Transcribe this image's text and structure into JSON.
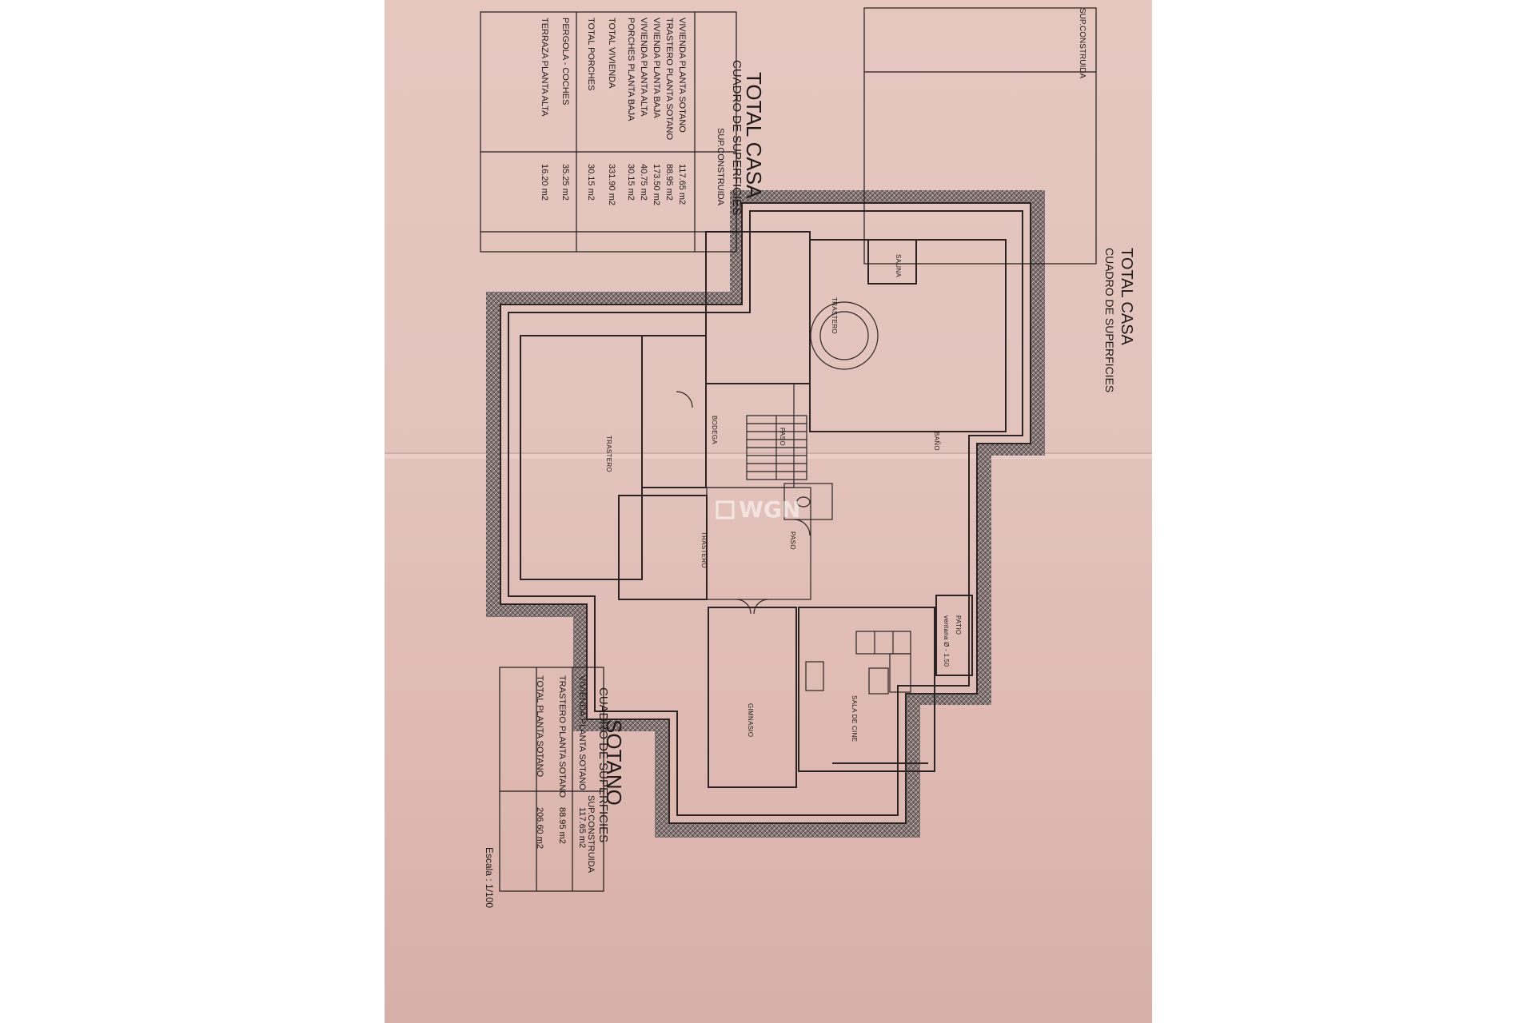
{
  "total_casa": {
    "title": "TOTAL CASA",
    "subtitle": "CUADRO DE SUPERFICIES",
    "column_header": "SUP.CONSTRUIDA",
    "rows": [
      {
        "label": "VIVIENDA PLANTA SOTANO",
        "value": "117.65",
        "unit": "m2"
      },
      {
        "label": "TRASTERO PLANTA SOTANO",
        "value": "88.95",
        "unit": "m2"
      },
      {
        "label": "VIVIENDA PLANTA BAJA",
        "value": "173.50",
        "unit": "m2"
      },
      {
        "label": "VIVIENDA PLANTA ALTA",
        "value": "40.75",
        "unit": "m2"
      },
      {
        "label": "PORCHES PLANTA BAJA",
        "value": "30.15",
        "unit": "m2"
      },
      {
        "label": "TOTAL VIVIENDA",
        "value": "331.90",
        "unit": "m2"
      },
      {
        "label": "TOTAL PORCHES",
        "value": "30.15",
        "unit": "m2"
      },
      {
        "label": "PERGOLA - COCHES",
        "value": "35.25",
        "unit": "m2"
      },
      {
        "label": "TERRAZA PLANTA ALTA",
        "value": "16.20",
        "unit": "m2"
      }
    ]
  },
  "sotano": {
    "title": "SOTANO",
    "subtitle": "CUADRO DE SUPERFICIES",
    "column_header": "SUP.CONSTRUIDA",
    "rows": [
      {
        "label": "VIVIENDA PLANTA SOTANO",
        "value": "117.65",
        "unit": "m2"
      },
      {
        "label": "TRASTERO PLANTA SOTANO",
        "value": "88.95",
        "unit": "m2"
      },
      {
        "label": "TOTAL PLANTA SOTANO",
        "value": "206.60",
        "unit": "m2"
      }
    ]
  },
  "rooms": {
    "sauna": "SAUNA",
    "trastero_top": "TRASTERO",
    "bano": "BAÑO",
    "paso_upper": "PASO",
    "bodega": "BODEGA",
    "trastero_left": "TRASTERO",
    "trastero_mid": "TRASTERO",
    "paso_lower": "PASO",
    "patio": "PATIO",
    "ventana": "ventana Ø - 1.50",
    "sala_cine": "SALA DE CINE",
    "gimnasio": "GIMNASIO"
  },
  "scale": "Escala : 1/100",
  "watermark": "WGN",
  "colors": {
    "paper": "#e3c4bd",
    "ink": "#1e1a1a"
  }
}
